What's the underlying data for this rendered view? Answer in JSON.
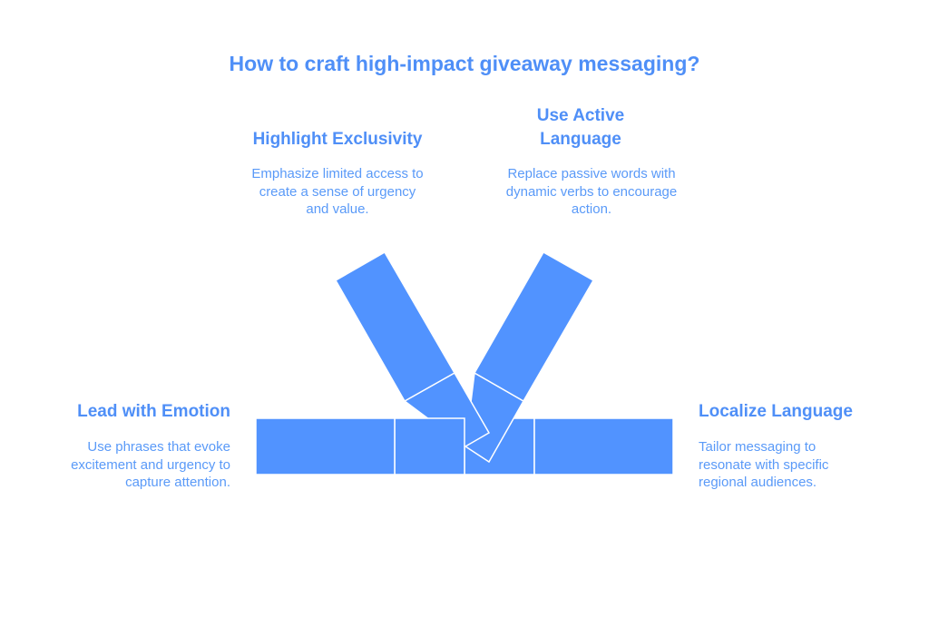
{
  "title": "How to craft high-impact giveaway messaging?",
  "items": [
    {
      "heading": "Lead with Emotion",
      "text": "Use phrases that evoke excitement and urgency to capture attention."
    },
    {
      "heading": "Highlight Exclusivity",
      "text": "Emphasize limited access to create a sense of urgency and value."
    },
    {
      "heading": "Use Active Language",
      "text": "Replace passive words with dynamic verbs to encourage action."
    },
    {
      "heading": "Localize Language",
      "text": "Tailor messaging to resonate with specific regional audiences."
    }
  ],
  "colors": {
    "shape": "#5193ff",
    "heading": "#4f8ff7",
    "body": "#5a9af8"
  }
}
